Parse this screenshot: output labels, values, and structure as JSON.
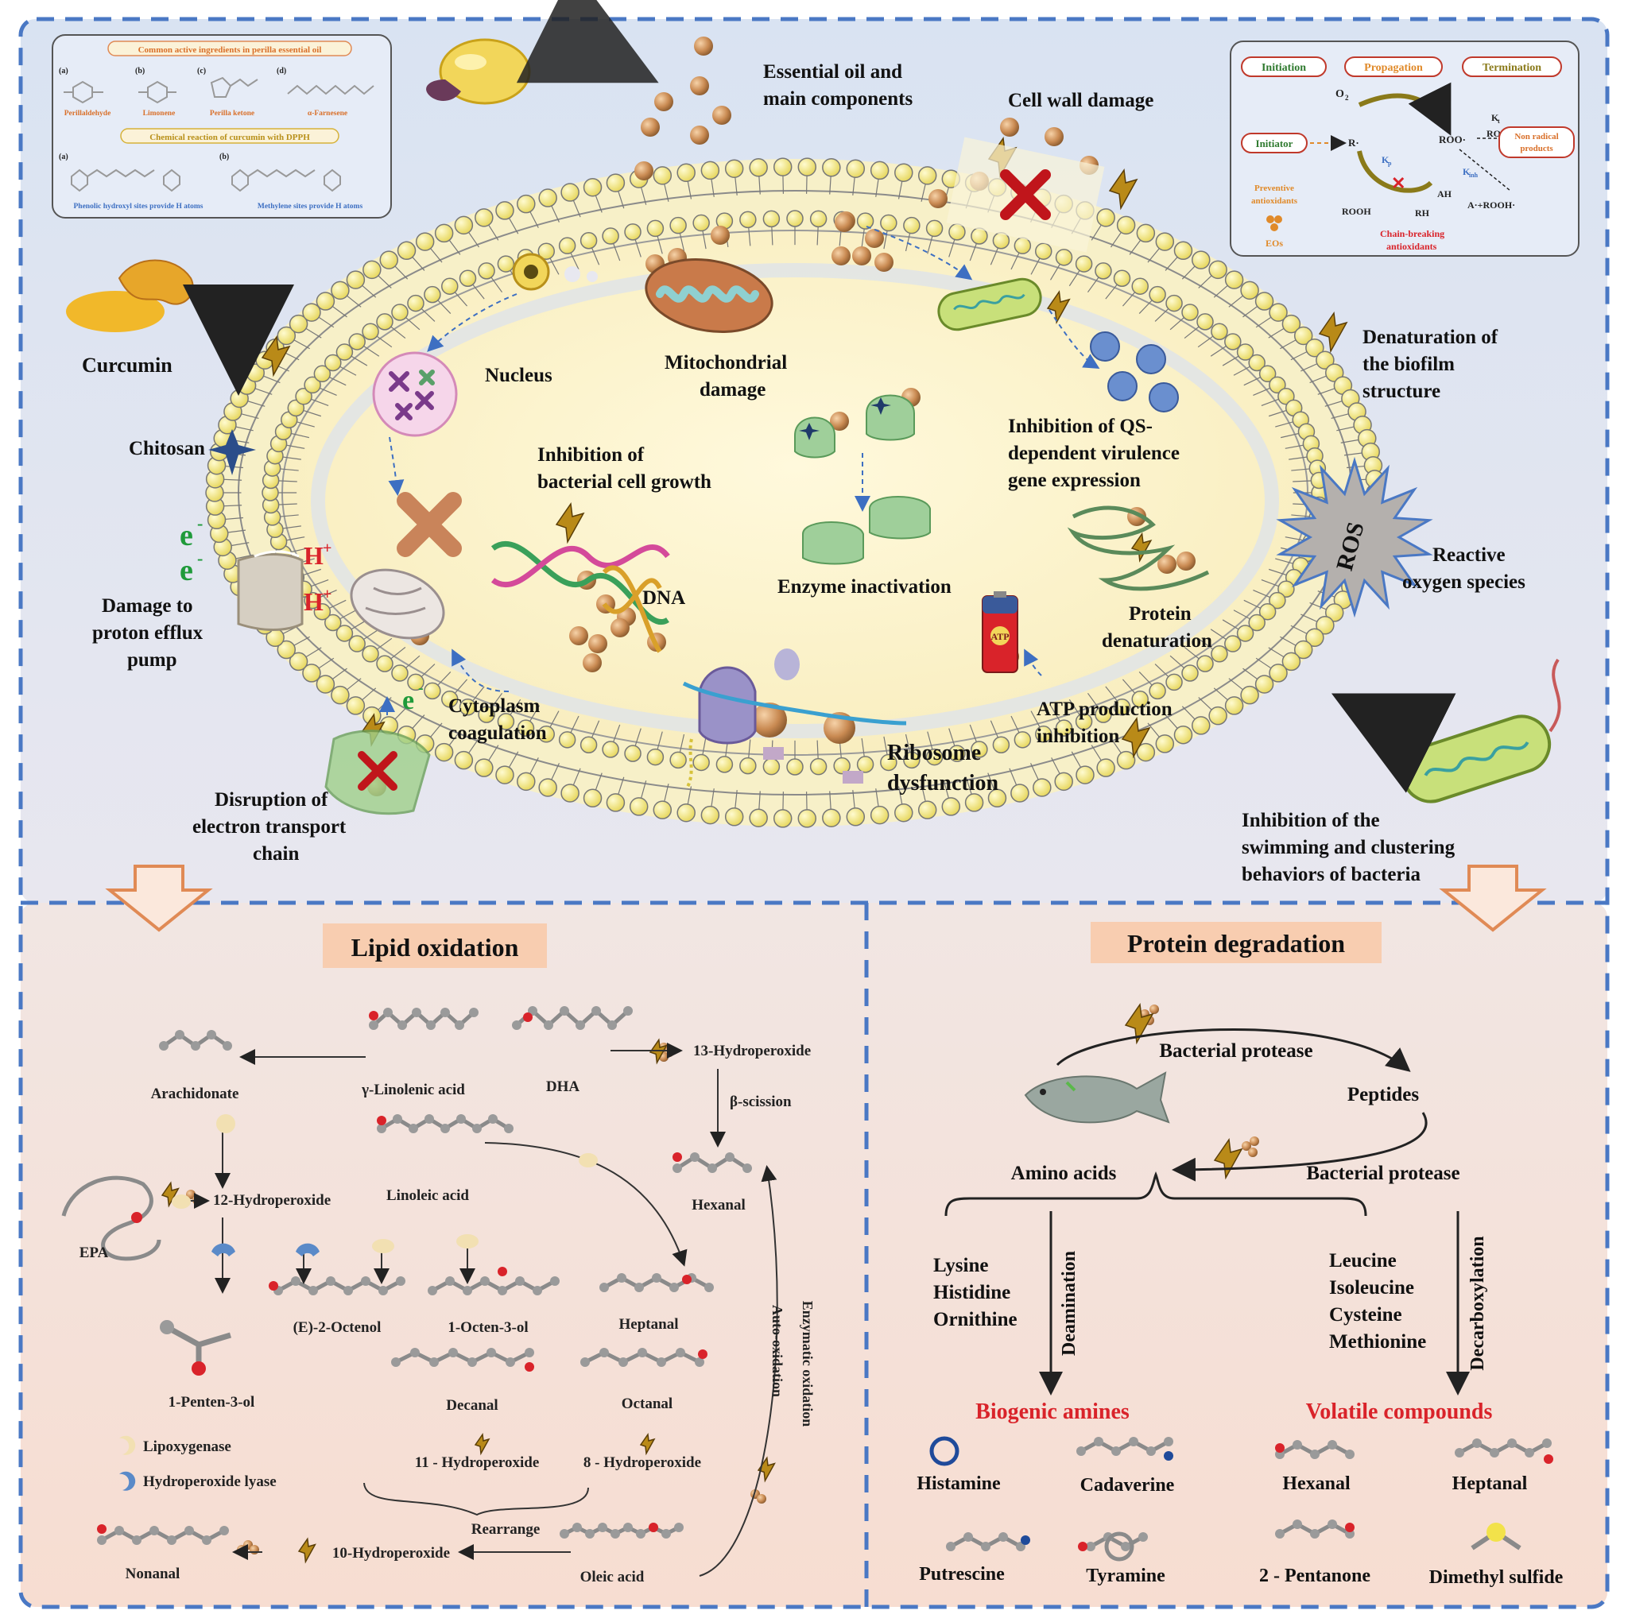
{
  "top": {
    "labels": {
      "essential_oil_1": "Essential oil and",
      "essential_oil_2": "main components",
      "cell_wall": "Cell wall damage",
      "curcumin": "Curcumin",
      "chitosan": "Chitosan",
      "nucleus": "Nucleus",
      "mito_1": "Mitochondrial",
      "mito_2": "damage",
      "inhib_growth_1": "Inhibition of",
      "inhib_growth_2": "bacterial cell growth",
      "dna": "DNA",
      "qs_1": "Inhibition of QS-",
      "qs_2": "dependent virulence",
      "qs_3": "gene expression",
      "biofilm_1": "Denaturation of",
      "biofilm_2": "the biofilm",
      "biofilm_3": "structure",
      "ros": "ROS",
      "ros_1": "Reactive",
      "ros_2": "oxygen species",
      "enzyme": "Enzyme inactivation",
      "protein_den_1": "Protein",
      "protein_den_2": "denaturation",
      "atp_1": "ATP production",
      "atp_2": "inhibition",
      "atp_icon": "ATP",
      "proton_1": "Damage to",
      "proton_2": "proton efflux",
      "proton_3": "pump",
      "cyto_1": "Cytoplasm",
      "cyto_2": "coagulation",
      "ribo_1": "Ribosome",
      "ribo_2": "dysfunction",
      "etc_1": "Disruption of",
      "etc_2": "electron transport",
      "etc_3": "chain",
      "swim_1": "Inhibition of the",
      "swim_2": "swimming and  clustering",
      "swim_3": "behaviors of bacteria",
      "e_minus": "e",
      "h_plus": "H"
    },
    "perilla_box": {
      "title1": "Common active ingredients in perilla essential oil",
      "compounds": [
        "Perillaldehyde",
        "Limonene",
        "Perilla ketone",
        "α-Farnesene"
      ],
      "letters": [
        "(a)",
        "(b)",
        "(c)",
        "(d)"
      ],
      "title2": "Chemical reaction of curcumin with DPPH",
      "note_a": "Phenolic hydroxyl sites provide H atoms",
      "note_b": "Methylene sites provide H atoms"
    },
    "radical_box": {
      "initiation": "Initiation",
      "propagation": "Propagation",
      "termination": "Termination",
      "initiator": "Initiator",
      "o2": "O",
      "r": "R·",
      "roo": "ROO·",
      "kt": "K",
      "roo2": "ROO·",
      "non_radical": [
        "Non radical",
        "products"
      ],
      "kp": "K",
      "kinh": "K",
      "ah": "AH",
      "rooh": "ROOH",
      "rh": "RH",
      "a_rooh": "A·+ROOH·",
      "preventive": [
        "Preventive",
        "antioxidants"
      ],
      "eos": "EOs",
      "chain_breaking": [
        "Chain-breaking",
        "antioxidants"
      ]
    }
  },
  "lipid": {
    "title": "Lipid oxidation",
    "labels": {
      "arachidonate": "Arachidonate",
      "gamma_linolenic": "γ-Linolenic acid",
      "dha": "DHA",
      "hp13": "13-Hydroperoxide",
      "beta_scission": "β-scission",
      "hexanal": "Hexanal",
      "hp12": "12-Hydroperoxide",
      "epa": "EPA",
      "linoleic": "Linoleic acid",
      "octenol_e": "(E)-2-Octenol",
      "octen3ol": "1-Octen-3-ol",
      "heptanal": "Heptanal",
      "pentenol": "1-Penten-3-ol",
      "decanal": "Decanal",
      "octanal": "Octanal",
      "hp11": "11 - Hydroperoxide",
      "hp8": "8 - Hydroperoxide",
      "lipoxygenase": "Lipoxygenase",
      "hp_lyase": "Hydroperoxide lyase",
      "rearrange": "Rearrange",
      "hp10": "10-Hydroperoxide",
      "nonanal": "Nonanal",
      "oleic": "Oleic acid",
      "auto_ox": "Auto-oxidation",
      "enz_ox": "Enzymatic oxidation"
    }
  },
  "protein": {
    "title": "Protein degradation",
    "labels": {
      "bac_protease_1": "Bacterial protease",
      "peptides": "Peptides",
      "amino_acids": "Amino acids",
      "bac_protease_2": "Bacterial protease",
      "deamination": "Deamination",
      "decarboxylation": "Decarboxylation",
      "left_group": [
        "Lysine",
        "Histidine",
        "Ornithine"
      ],
      "right_group": [
        "Leucine",
        "Isoleucine",
        "Cysteine",
        "Methionine"
      ],
      "biogenic": "Biogenic amines",
      "volatile": "Volatile compounds",
      "histamine": "Histamine",
      "cadaverine": "Cadaverine",
      "putrescine": "Putrescine",
      "tyramine": "Tyramine",
      "hexanal": "Hexanal",
      "heptanal": "Heptanal",
      "pentanone": "2 - Pentanone",
      "dms": "Dimethyl sulfide"
    }
  },
  "colors": {
    "border": "#4a78c4",
    "top_bg": "#dde6f3",
    "bottom_bg": "#f4e3dc",
    "cytoplasm": "#fbf3cf",
    "lipid_head": "#f4ec8a",
    "title_bg": "#f7c9a8",
    "red": "#d9232a",
    "green": "#1f9a3a",
    "bead": "#c98a52"
  }
}
